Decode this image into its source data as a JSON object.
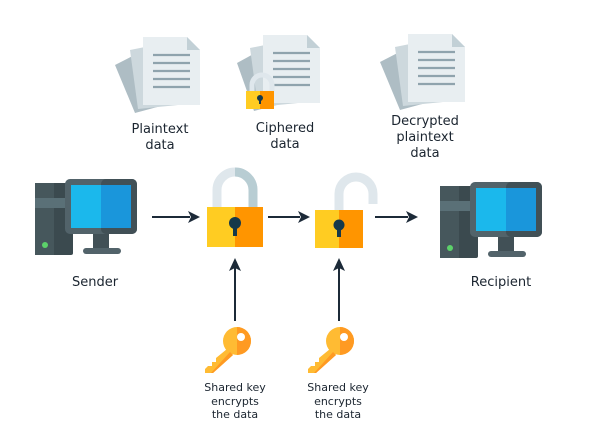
{
  "diagram": {
    "title": "Symmetric encryption flow",
    "documents": [
      {
        "id": "plaintext",
        "label_lines": [
          "Plaintext",
          "data"
        ],
        "icon": "document-stack-icon"
      },
      {
        "id": "ciphered",
        "label_lines": [
          "Ciphered",
          "data"
        ],
        "icon": "locked-document-stack-icon"
      },
      {
        "id": "decrypted",
        "label_lines": [
          "Decrypted",
          "plaintext",
          "data"
        ],
        "icon": "document-stack-icon"
      }
    ],
    "nodes": {
      "sender": {
        "label": "Sender",
        "icon": "computer-icon"
      },
      "lock_closed": {
        "icon": "closed-padlock-icon"
      },
      "lock_open": {
        "icon": "open-padlock-icon"
      },
      "recipient": {
        "label": "Recipient",
        "icon": "computer-icon"
      }
    },
    "keys": [
      {
        "label_lines": [
          "Shared key",
          "encrypts",
          "the data"
        ],
        "icon": "key-icon"
      },
      {
        "label_lines": [
          "Shared key",
          "encrypts",
          "the data"
        ],
        "icon": "key-icon"
      }
    ],
    "edges": [
      {
        "from": "sender",
        "to": "lock_closed"
      },
      {
        "from": "lock_closed",
        "to": "lock_open"
      },
      {
        "from": "lock_open",
        "to": "recipient"
      },
      {
        "from": "key_1",
        "to": "lock_closed"
      },
      {
        "from": "key_2",
        "to": "lock_open"
      }
    ],
    "colors": {
      "arrow": "#1c2a38",
      "lock_yellow": "#ffcc22",
      "lock_orange": "#ff9500",
      "shackle_light": "#dfe7ec",
      "shackle_dark": "#b8cdd3",
      "keyhole": "#16394a",
      "monitor_frame": "#52636a",
      "screen_light": "#1bb8ec",
      "screen_dark": "#1a96db",
      "tower": "#3b4a4f",
      "power_led": "#5cd16a",
      "key_light": "#ffbb33",
      "key_dark": "#ff9a22",
      "doc_light": "#e8eef1",
      "doc_mid": "#cdd8dd",
      "doc_dark": "#aebdc4",
      "doc_lines": "#8fa3ad"
    }
  }
}
